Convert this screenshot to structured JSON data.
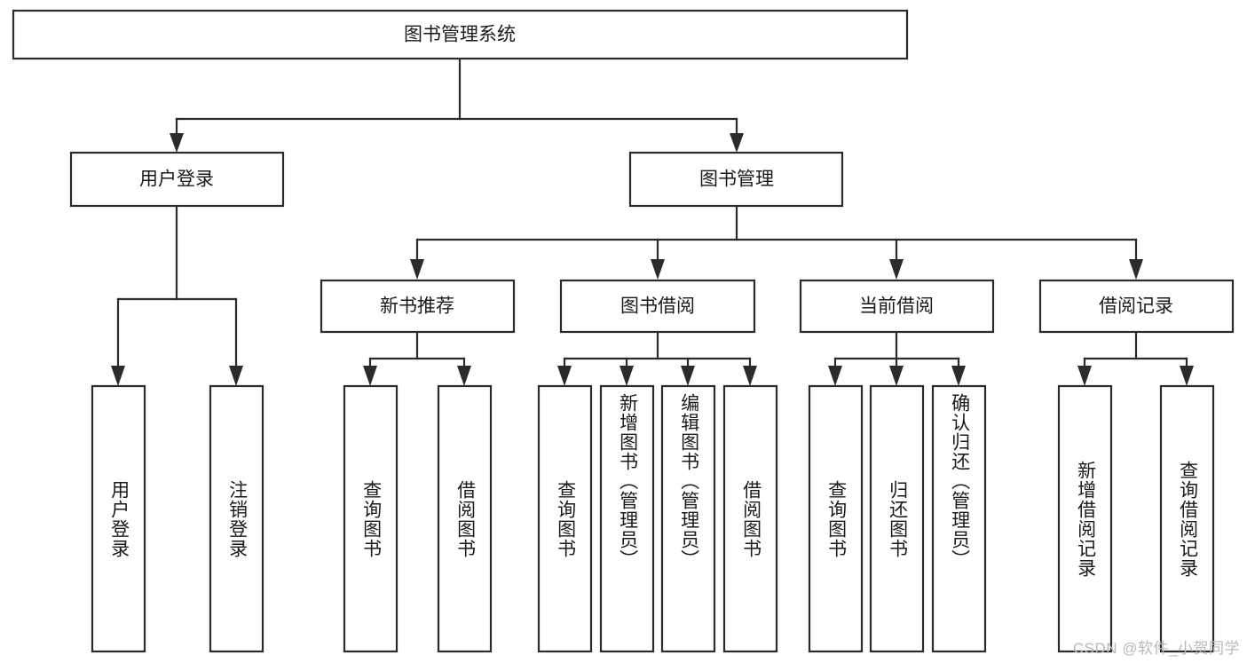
{
  "diagram": {
    "title": "图书管理系统",
    "type": "hierarchy-tree",
    "watermark": "CSDN @软件_小贺同学",
    "colors": {
      "stroke": "#2b2b2b",
      "box_fill": "#ffffff",
      "text": "#1a1a1a",
      "background": "#ffffff",
      "watermark": "#b9b9b9"
    },
    "levels": {
      "root": {
        "label": "图书管理系统"
      },
      "level2": [
        {
          "label": "用户登录"
        },
        {
          "label": "图书管理"
        }
      ],
      "level3": [
        {
          "label": "新书推荐"
        },
        {
          "label": "图书借阅"
        },
        {
          "label": "当前借阅"
        },
        {
          "label": "借阅记录"
        }
      ],
      "leaves": [
        {
          "label": "用户登录",
          "parent": "用户登录"
        },
        {
          "label": "注销登录",
          "parent": "用户登录"
        },
        {
          "label": "查询图书",
          "parent": "新书推荐"
        },
        {
          "label": "借阅图书",
          "parent": "新书推荐"
        },
        {
          "label": "查询图书",
          "parent": "图书借阅"
        },
        {
          "label": "新增图书（管理员）",
          "parent": "图书借阅"
        },
        {
          "label": "编辑图书（管理员）",
          "parent": "图书借阅"
        },
        {
          "label": "借阅图书",
          "parent": "图书借阅"
        },
        {
          "label": "查询图书",
          "parent": "当前借阅"
        },
        {
          "label": "归还图书",
          "parent": "当前借阅"
        },
        {
          "label": "确认归还（管理员）",
          "parent": "当前借阅"
        },
        {
          "label": "新增借阅记录",
          "parent": "借阅记录"
        },
        {
          "label": "查询借阅记录",
          "parent": "借阅记录"
        }
      ]
    }
  }
}
